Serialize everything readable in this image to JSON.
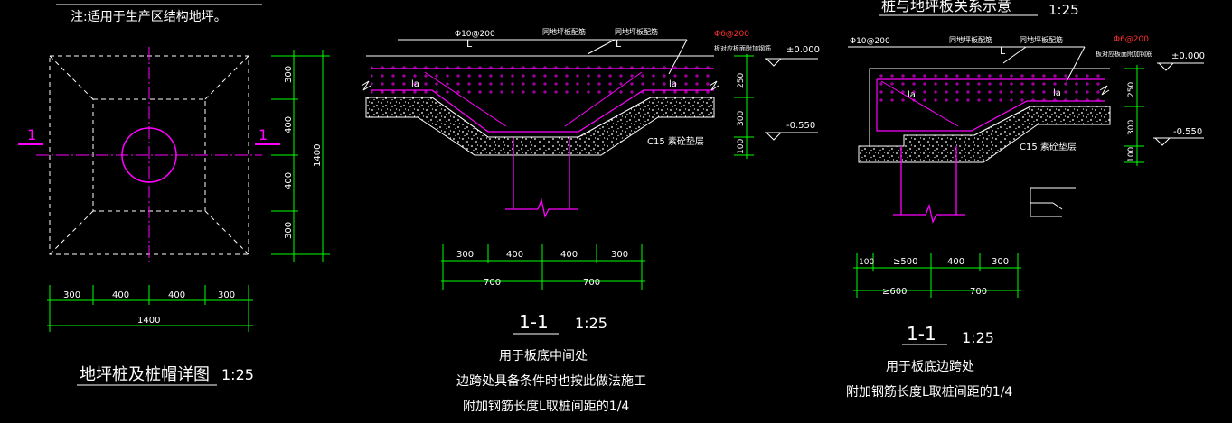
{
  "colors": {
    "background": "#000000",
    "linework": "#ffffff",
    "dimension": "#00ff00",
    "rebar": "#ff00ff",
    "pile": "#ff00ff",
    "dash": "#ffffff",
    "red_text": "#ff3030"
  },
  "left_detail": {
    "note": "注:适用于生产区结构地坪。",
    "title": "地坪桩及桩帽详图",
    "scale": "1:25",
    "section_mark": "1",
    "dims_bottom": [
      "300",
      "400",
      "400",
      "300"
    ],
    "dim_total_bottom": "1400",
    "dims_right": [
      "300",
      "400",
      "400",
      "300"
    ],
    "dim_total_right": "1400"
  },
  "middle_detail": {
    "rebar_label": "Φ10@200",
    "label_L": "L",
    "label_la": "la",
    "label_top1": "同地坪板配筋",
    "label_top2": "同地坪板配筋",
    "red_rebar": "Φ6@200",
    "add_rebar": "板对应板面附加钢筋",
    "level_top": "±0.000",
    "level_bottom": "-0.550",
    "dims_right": [
      "250",
      "300",
      "100"
    ],
    "layer_label": "C15 素砼垫层",
    "dims_bottom_top": [
      "300",
      "400",
      "400",
      "300"
    ],
    "dims_bottom_low": [
      "700",
      "700"
    ],
    "section_title": "1-1",
    "scale": "1:25",
    "note_lines": [
      "用于板底中间处",
      "边跨处具备条件时也按此做法施工",
      "附加钢筋长度L取桩间距的1/4"
    ]
  },
  "right_detail": {
    "header": "桩与地坪板关系示意",
    "header_scale": "1:25",
    "rebar_label": "Φ10@200",
    "label_L": "L",
    "label_la": "la",
    "label_top1": "同地坪板配筋",
    "label_top2": "同地坪板配筋",
    "red_rebar": "Φ6@200",
    "add_rebar": "板对应板面附加钢筋",
    "level_top": "±0.000",
    "level_bottom": "-0.550",
    "dims_right": [
      "250",
      "300",
      "100"
    ],
    "layer_label": "C15 素砼垫层",
    "dims_bottom_top": [
      "100",
      "≥500",
      "400",
      "300"
    ],
    "dims_bottom_low": [
      "≥600",
      "700"
    ],
    "section_title": "1-1",
    "scale": "1:25",
    "note_lines": [
      "用于板底边跨处",
      "附加钢筋长度L取桩间距的1/4"
    ]
  }
}
